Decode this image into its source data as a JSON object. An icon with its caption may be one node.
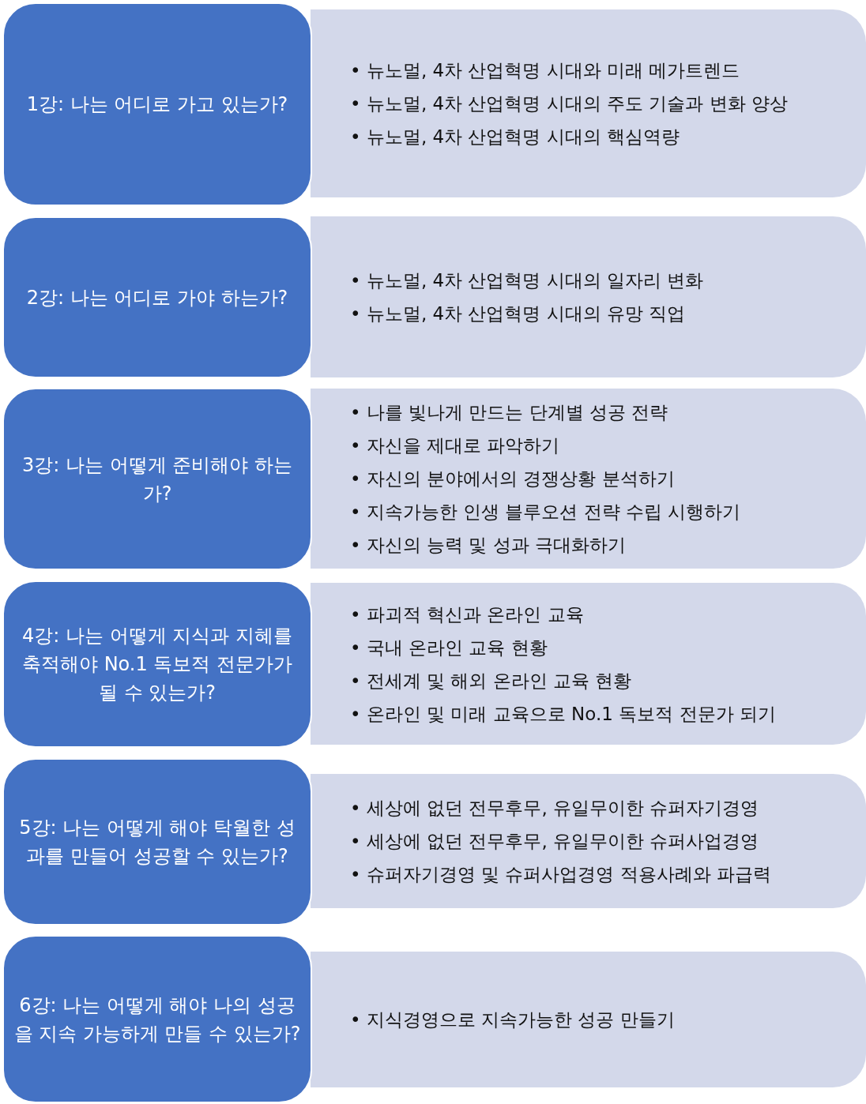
{
  "diagram": {
    "nodes": [
      {
        "text": [
          "1강: 나는 어디로 가고 있는가?"
        ]
      },
      {
        "text": [
          "• 뉴노멀, 4차 산업혁명 시대와 미래 메가트렌드",
          "• 뉴노멀, 4차 산업혁명 시대의 주도 기술과 변화 양상",
          "• 뉴노멀, 4차 산업혁명 시대의 핵심역량"
        ]
      },
      {
        "text": [
          "2강: 나는 어디로 가야 하는가?"
        ]
      },
      {
        "text": [
          "• 뉴노멀, 4차 산업혁명 시대의 일자리 변화",
          "• 뉴노멀, 4차 산업혁명 시대의 유망 직업"
        ]
      },
      {
        "text": [
          "3강: 나는 어떻게 준비해야 하는가?"
        ]
      },
      {
        "text": [
          "• 나를 빛나게 만드는 단계별 성공 전략",
          "• 자신을 제대로 파악하기",
          "• 자신의 분야에서의 경쟁상황 분석하기",
          "• 지속가능한 인생 블루오션 전략 수립 시행하기",
          "• 자신의 능력 및 성과 극대화하기"
        ]
      },
      {
        "text": [
          "4강: 나는 어떻게 지식과 지혜를 축적해야 No.1 독보적 전문가가 될 수 있는가?"
        ]
      },
      {
        "text": [
          "• 파괴적 혁신과 온라인 교육",
          "• 국내 온라인 교육 현황",
          "• 전세계 및 해외 온라인 교육 현황",
          "• 온라인 및 미래 교육으로 No.1 독보적 전문가 되기"
        ]
      },
      {
        "text": [
          "5강: 나는 어떻게 해야 탁월한 성과를 만들어 성공할 수 있는가?"
        ]
      },
      {
        "text": [
          "• 세상에 없던 전무후무, 유일무이한 슈퍼자기경영",
          "• 세상에 없던 전무후무, 유일무이한 슈퍼사업경영",
          "• 슈퍼자기경영 및 슈퍼사업경영 적용사례와 파급력"
        ]
      },
      {
        "text": [
          "6강: 나는 어떻게 해야 나의 성공을 지속 가능하게 만들 수 있는가?"
        ]
      },
      {
        "text": [
          "• 지식경영으로 지속가능한 성공 만들기"
        ]
      }
    ]
  }
}
